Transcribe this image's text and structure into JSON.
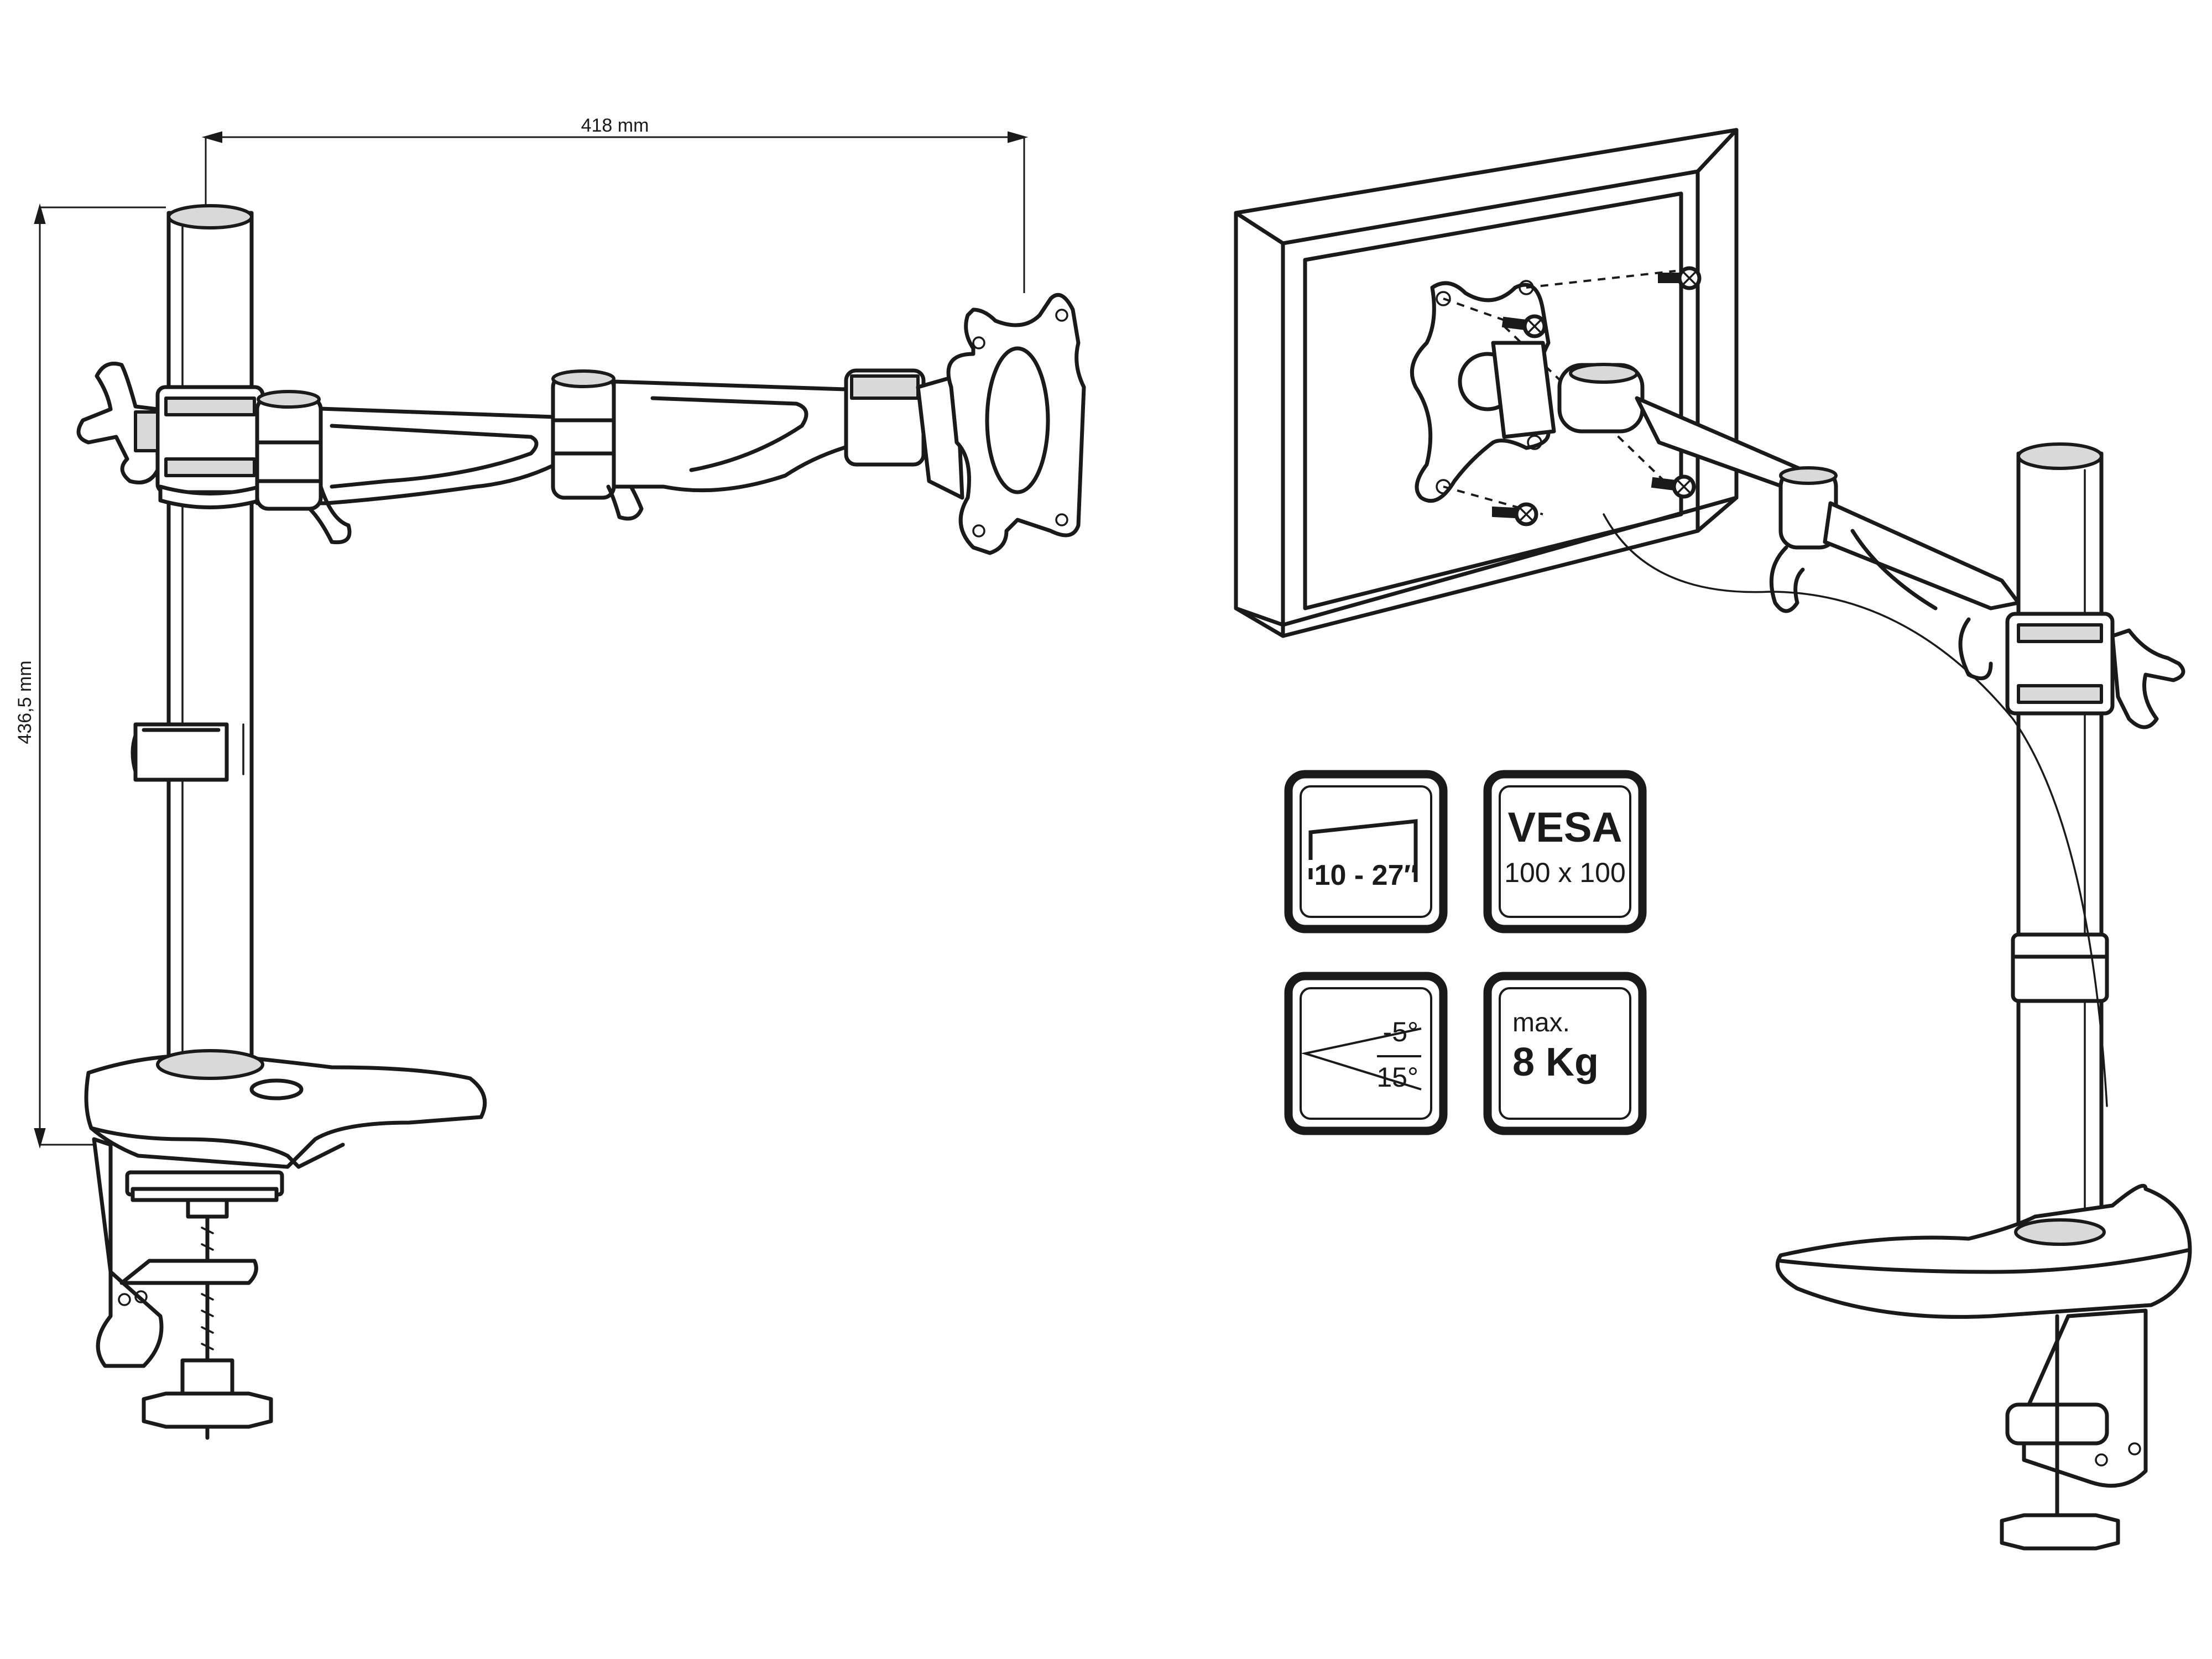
{
  "dimensions": {
    "width_label": "418 mm",
    "height_label": "436,5 mm"
  },
  "badges": {
    "screen_size": {
      "label": "10 - 27″"
    },
    "vesa": {
      "title": "VESA",
      "spec": "100 x 100"
    },
    "tilt": {
      "up": "-5°",
      "down": "15°"
    },
    "max_load": {
      "prefix": "max.",
      "value": "8 Kg"
    }
  },
  "icons": [
    "monitor-size-icon",
    "tilt-angle-icon"
  ],
  "colors": {
    "line": "#1a1a1a",
    "background": "#ffffff"
  }
}
